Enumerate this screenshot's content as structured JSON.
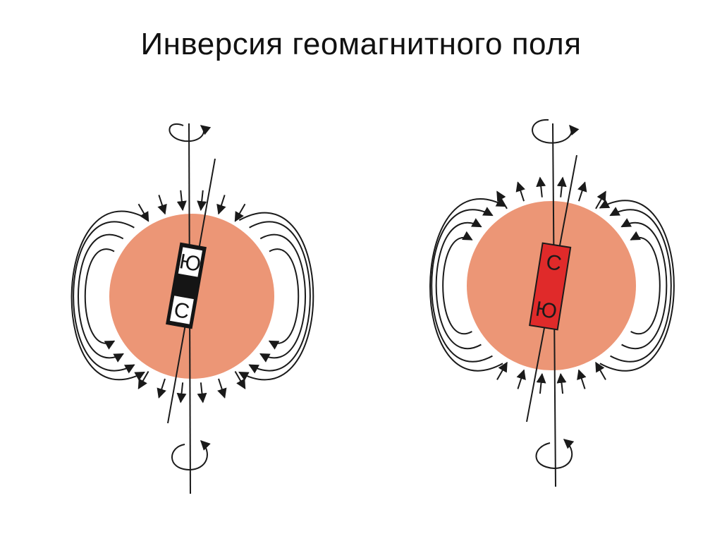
{
  "title": "Инверсия геомагнитного поля",
  "colors": {
    "planet": "#ec9676",
    "line": "#1a1a1a",
    "magnet_left": "#151515",
    "magnet_left_text": "#ffffff",
    "magnet_right": "#e02a2a",
    "magnet_right_text": "#1a1a1a"
  },
  "left_globe": {
    "magnet_top_label": "Ю",
    "magnet_bottom_label": "С"
  },
  "right_globe": {
    "magnet_top_label": "С",
    "magnet_bottom_label": "Ю"
  }
}
